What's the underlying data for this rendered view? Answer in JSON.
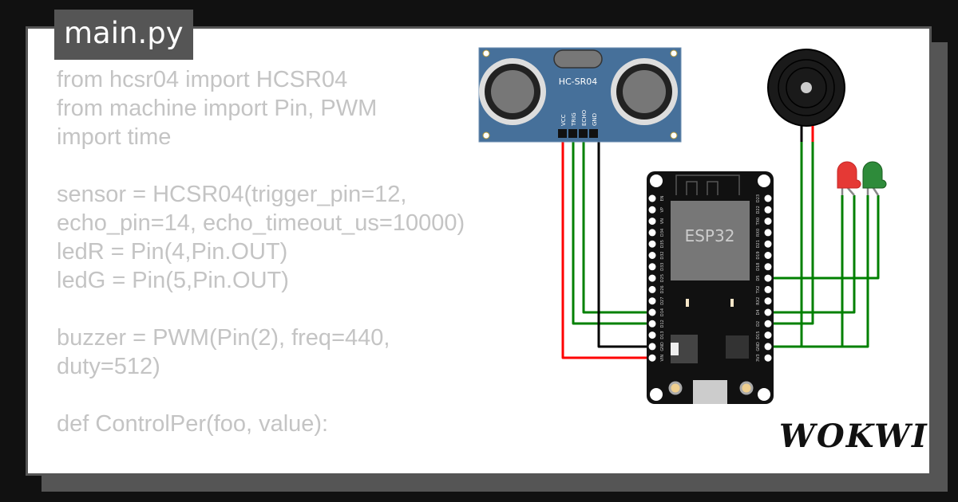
{
  "tab": {
    "filename": "main.py"
  },
  "code_lines": [
    "from hcsr04 import HCSR04",
    "from machine import Pin, PWM",
    "import time",
    "",
    "sensor = HCSR04(trigger_pin=12, echo_pin=14, echo_timeout_us=10000)",
    "ledR = Pin(4,Pin.OUT)",
    "ledG = Pin(5,Pin.OUT)",
    "",
    "buzzer = PWM(Pin(2), freq=440, duty=512)",
    "",
    "def ControlPer(foo, value):"
  ],
  "sensor": {
    "label": "HC-SR04",
    "pins": [
      "VCC",
      "TRIG",
      "ECHO",
      "GND"
    ]
  },
  "board": {
    "label": "ESP32",
    "left_pins": [
      "EN",
      "VP",
      "VN",
      "D34",
      "D35",
      "D32",
      "D33",
      "D25",
      "D26",
      "D27",
      "D14",
      "D12",
      "D13",
      "GND",
      "VIN"
    ],
    "right_pins": [
      "D23",
      "D22",
      "TX0",
      "RX0",
      "D21",
      "D19",
      "D18",
      "D5",
      "TX2",
      "RX2",
      "D4",
      "D2",
      "D15",
      "GND",
      "3V3"
    ]
  },
  "colors": {
    "wire_green": "#008000",
    "wire_red": "#ff0000",
    "wire_black": "#000000",
    "led_red": "#e53935",
    "led_green": "#2e8b3a",
    "sensor_blue": "#46709a"
  },
  "logo": "WOKWI"
}
